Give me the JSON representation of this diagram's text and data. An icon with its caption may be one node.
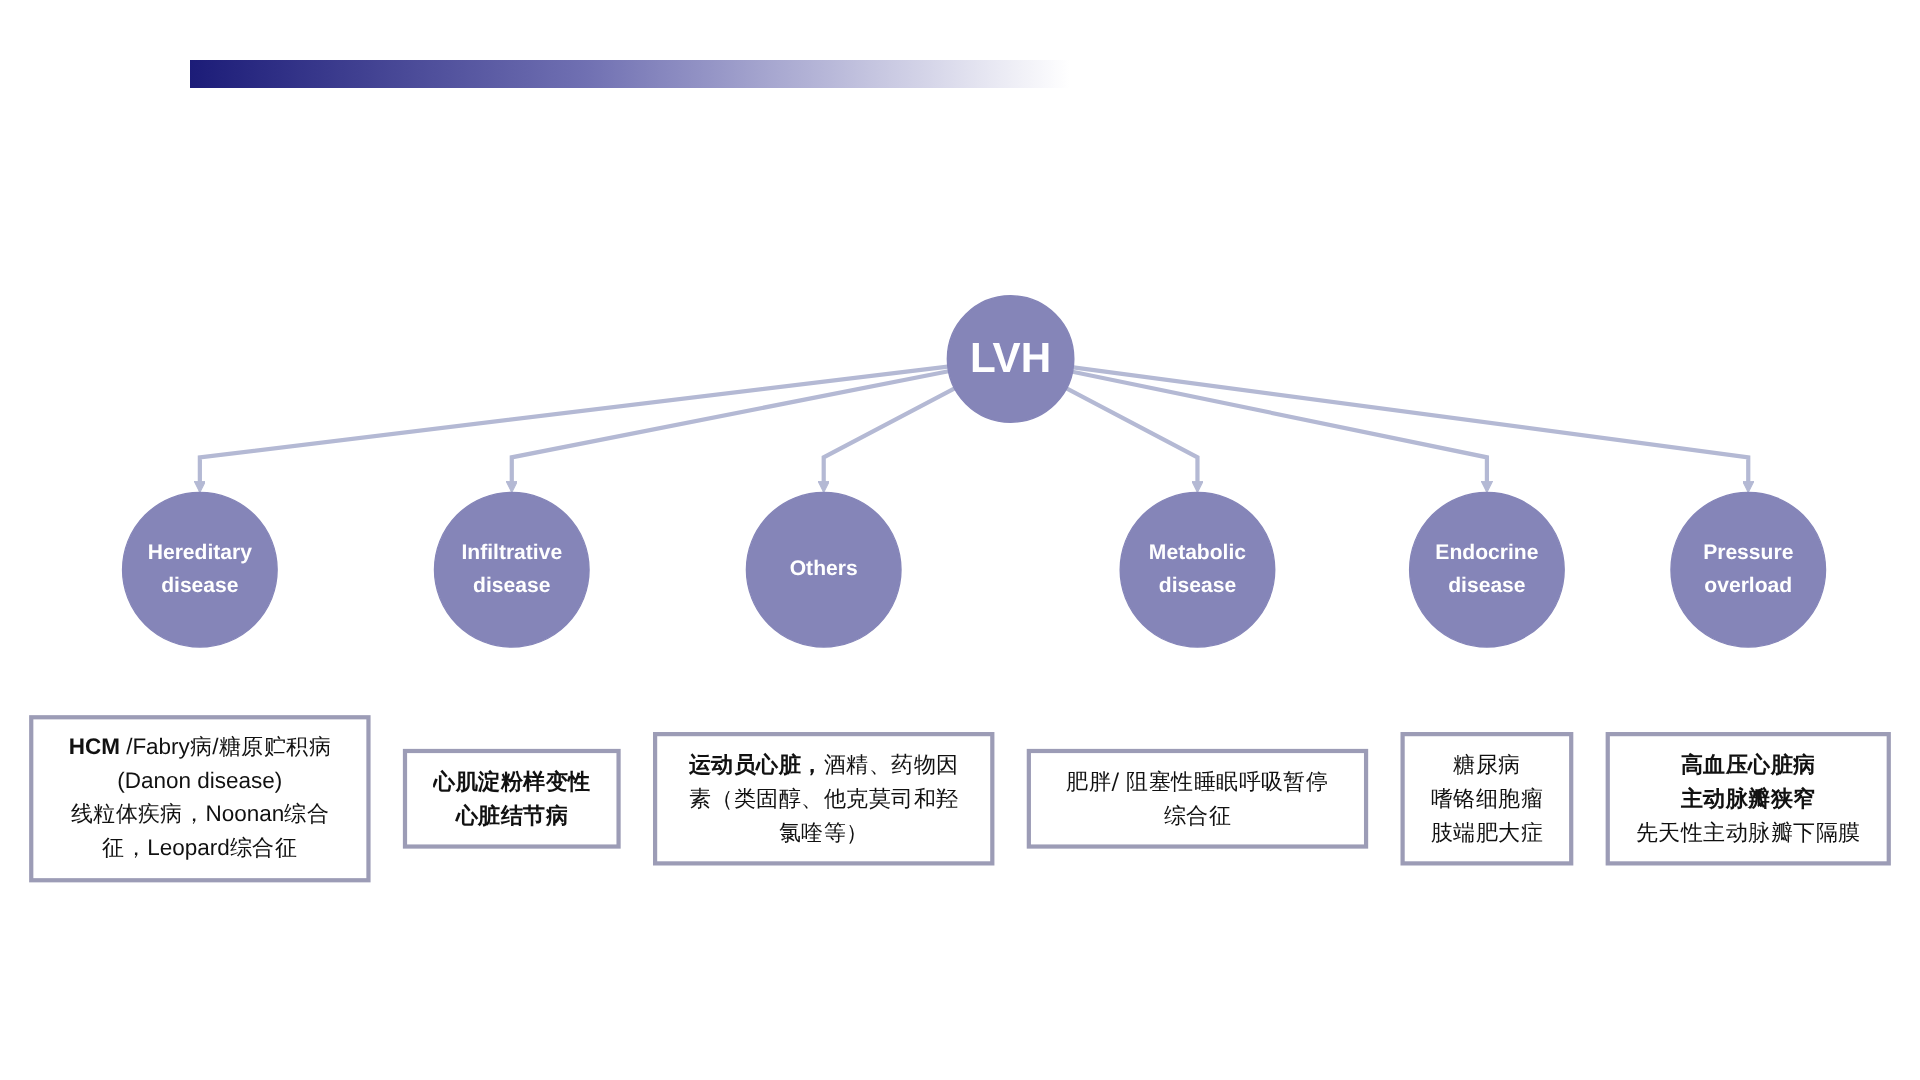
{
  "diagram": {
    "nodes": [
      {
        "text": [
          "**HCM** /Fabry病/糖原贮积病(Danon disease)",
          "线粒体疾病，Noonan综合征，Leopard综合征"
        ]
      },
      {
        "text": [
          "Hereditary disease"
        ]
      },
      {
        "text": [
          "Pressure overload"
        ]
      },
      {
        "text": [
          "Infiltrative disease"
        ]
      },
      {
        "text": [
          "高血压心脏病",
          "主动脉瓣狭窄",
          "先天性主动脉瓣下隔膜"
        ]
      },
      {
        "text": [
          "心肌淀粉样变性",
          "心脏结节病"
        ]
      },
      {
        "text": [
          "LVH"
        ]
      },
      {
        "text": [
          "Endocrine disease"
        ]
      },
      {
        "text": [
          "Others"
        ]
      },
      {
        "text": [
          "糖尿病",
          "嗜铬细胞瘤",
          "肢端肥大症"
        ]
      },
      {
        "text": [
          "**运动员心脏，**酒精、药物因素（类固醇、他克莫司和羟氯喹等）"
        ]
      },
      {
        "text": [
          "Metabolic disease"
        ]
      },
      {
        "text": [
          "肥胖/ 阻塞性睡眠呼吸暂停综合征"
        ]
      }
    ],
    "edges": [
      {
        "from": 6,
        "to": 1,
        "arrow": "to"
      },
      {
        "from": 6,
        "to": 3,
        "arrow": "to"
      },
      {
        "from": 6,
        "to": 8,
        "arrow": "to"
      },
      {
        "from": 6,
        "to": 11,
        "arrow": "to"
      },
      {
        "from": 6,
        "to": 7,
        "arrow": "to"
      },
      {
        "from": 6,
        "to": 2,
        "arrow": "to"
      }
    ]
  }
}
